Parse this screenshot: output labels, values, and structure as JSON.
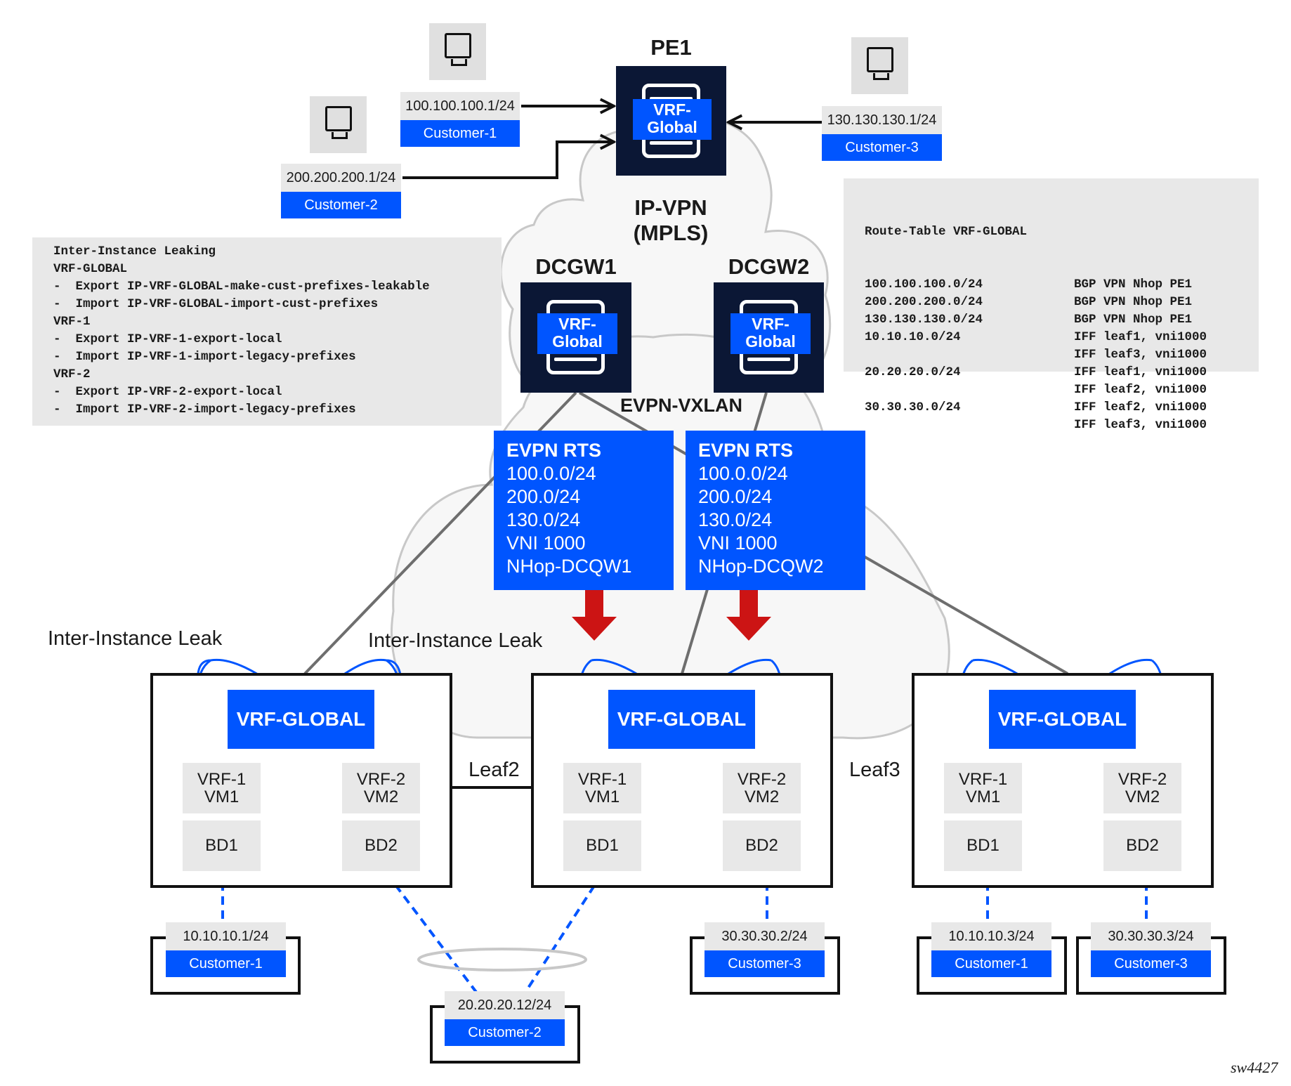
{
  "diagram": {
    "pe1": {
      "title": "PE1",
      "vrf_label": "VRF-\nGlobal"
    },
    "ipvpn_cloud": {
      "line1": "IP-VPN",
      "line2": "(MPLS)"
    },
    "evpn_cloud": {
      "label": "EVPN-VXLAN"
    },
    "dcgw1": {
      "title": "DCGW1",
      "vrf_label": "VRF-\nGlobal"
    },
    "dcgw2": {
      "title": "DCGW2",
      "vrf_label": "VRF-\nGlobal"
    },
    "top_customers": [
      {
        "ip": "100.100.100.1/24",
        "name": "Customer-1",
        "icon": "monitor-icon"
      },
      {
        "ip": "200.200.200.1/24",
        "name": "Customer-2",
        "icon": "monitor-icon"
      },
      {
        "ip": "130.130.130.1/24",
        "name": "Customer-3",
        "icon": "monitor-icon"
      }
    ],
    "leaking_policy": {
      "lines": [
        "Inter-Instance Leaking",
        "VRF-GLOBAL",
        "-  Export IP-VRF-GLOBAL-make-cust-prefixes-leakable",
        "-  Import IP-VRF-GLOBAL-import-cust-prefixes",
        "VRF-1",
        "-  Export IP-VRF-1-export-local",
        "-  Import IP-VRF-1-import-legacy-prefixes",
        "VRF-2",
        "-  Export IP-VRF-2-export-local",
        "-  Import IP-VRF-2-import-legacy-prefixes"
      ]
    },
    "route_table": {
      "title": "Route-Table VRF-GLOBAL",
      "rows": [
        {
          "prefix": "100.100.100.0/24",
          "nexthop": "BGP VPN Nhop PE1"
        },
        {
          "prefix": "200.200.200.0/24",
          "nexthop": "BGP VPN Nhop PE1"
        },
        {
          "prefix": "130.130.130.0/24",
          "nexthop": "BGP VPN Nhop PE1"
        },
        {
          "prefix": "10.10.10.0/24",
          "nexthop": "IFF leaf1, vni1000"
        },
        {
          "prefix": "",
          "nexthop": "IFF leaf3, vni1000"
        },
        {
          "prefix": "20.20.20.0/24",
          "nexthop": "IFF leaf1, vni1000"
        },
        {
          "prefix": "",
          "nexthop": "IFF leaf2, vni1000"
        },
        {
          "prefix": "30.30.30.0/24",
          "nexthop": "IFF leaf2, vni1000"
        },
        {
          "prefix": "",
          "nexthop": "IFF leaf3, vni1000"
        }
      ]
    },
    "evpn_rts": [
      {
        "title": "EVPN RTS",
        "lines": [
          "100.0.0/24",
          "200.0/24",
          "130.0/24",
          "VNI 1000",
          "NHop-DCQW1"
        ]
      },
      {
        "title": "EVPN RTS",
        "lines": [
          "100.0.0/24",
          "200.0/24",
          "130.0/24",
          "VNI 1000",
          "NHop-DCQW2"
        ]
      }
    ],
    "leak_labels": [
      "Inter-Instance Leak",
      "Inter-Instance Leak"
    ],
    "leaves": [
      {
        "label": "",
        "vrf_global": "VRF-GLOBAL",
        "vrf1": "VRF-1\nVM1",
        "vrf2": "VRF-2\nVM2",
        "bd1": "BD1",
        "bd2": "BD2"
      },
      {
        "label": "Leaf2",
        "vrf_global": "VRF-GLOBAL",
        "vrf1": "VRF-1\nVM1",
        "vrf2": "VRF-2\nVM2",
        "bd1": "BD1",
        "bd2": "BD2"
      },
      {
        "label": "Leaf3",
        "vrf_global": "VRF-GLOBAL",
        "vrf1": "VRF-1\nVM1",
        "vrf2": "VRF-2\nVM2",
        "bd1": "BD1",
        "bd2": "BD2"
      }
    ],
    "bottom_customers": [
      {
        "ip": "10.10.10.1/24",
        "name": "Customer-1"
      },
      {
        "ip": "20.20.20.12/24",
        "name": "Customer-2"
      },
      {
        "ip": "30.30.30.2/24",
        "name": "Customer-3"
      },
      {
        "ip": "10.10.10.3/24",
        "name": "Customer-1"
      },
      {
        "ip": "30.30.30.3/24",
        "name": "Customer-3"
      }
    ],
    "figure_id": "sw4427",
    "colors": {
      "accent_blue": "#0055ff",
      "router_navy": "#0b1735",
      "arrow_red": "#cc1414",
      "panel_gray": "#e8e8e8",
      "cloud_fill": "#f7f7f7"
    }
  }
}
